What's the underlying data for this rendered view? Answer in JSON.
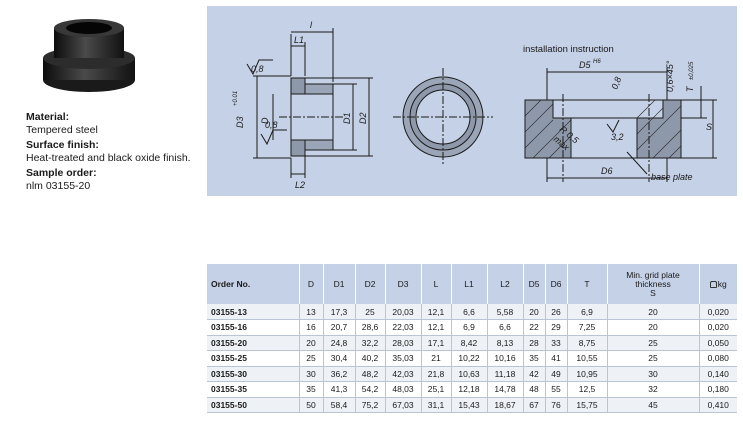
{
  "specs": {
    "material_label": "Material:",
    "material_value": "Tempered steel",
    "finish_label": "Surface finish:",
    "finish_value": "Heat-treated and black oxide finish.",
    "order_label": "Sample order:",
    "order_value": "nlm 03155-20"
  },
  "drawing": {
    "install_title": "installation instruction",
    "base_plate": "base plate",
    "dims": {
      "l": "l",
      "l1": "L1",
      "l2": "L2",
      "d": "D",
      "d1": "D1",
      "d2": "D2",
      "d3": "D3",
      "d3_tol": "+0.01",
      "r08a": "0,8",
      "r08b": "0,8",
      "r08c": "0,8",
      "d5": "D5",
      "d5_tol": "H6",
      "d6": "D6",
      "chamfer": "0,6×45°",
      "t": "T",
      "t_tol": "±0,025",
      "s": "S",
      "r05": "R 0,5",
      "max": "max",
      "rough": "3,2"
    }
  },
  "table": {
    "headers": [
      "Order No.",
      "D",
      "D1",
      "D2",
      "D3",
      "L",
      "L1",
      "L2",
      "D5",
      "D6",
      "T",
      "Min. grid plate thickness S",
      "kg"
    ],
    "header_lines": {
      "grid1": "Min. grid plate",
      "grid2": "thickness",
      "grid3": "S"
    },
    "rows": [
      [
        "03155-13",
        "13",
        "17,3",
        "25",
        "20,03",
        "12,1",
        "6,6",
        "5,58",
        "20",
        "26",
        "6,9",
        "20",
        "0,020"
      ],
      [
        "03155-16",
        "16",
        "20,7",
        "28,6",
        "22,03",
        "12,1",
        "6,9",
        "6,6",
        "22",
        "29",
        "7,25",
        "20",
        "0,020"
      ],
      [
        "03155-20",
        "20",
        "24,8",
        "32,2",
        "28,03",
        "17,1",
        "8,42",
        "8,13",
        "28",
        "33",
        "8,75",
        "25",
        "0,050"
      ],
      [
        "03155-25",
        "25",
        "30,4",
        "40,2",
        "35,03",
        "21",
        "10,22",
        "10,16",
        "35",
        "41",
        "10,55",
        "25",
        "0,080"
      ],
      [
        "03155-30",
        "30",
        "36,2",
        "48,2",
        "42,03",
        "21,8",
        "10,63",
        "11,18",
        "42",
        "49",
        "10,95",
        "30",
        "0,140"
      ],
      [
        "03155-35",
        "35",
        "41,3",
        "54,2",
        "48,03",
        "25,1",
        "12,18",
        "14,78",
        "48",
        "55",
        "12,5",
        "32",
        "0,180"
      ],
      [
        "03155-50",
        "50",
        "58,4",
        "75,2",
        "67,03",
        "31,1",
        "15,43",
        "18,67",
        "67",
        "76",
        "15,75",
        "45",
        "0,410"
      ]
    ]
  }
}
